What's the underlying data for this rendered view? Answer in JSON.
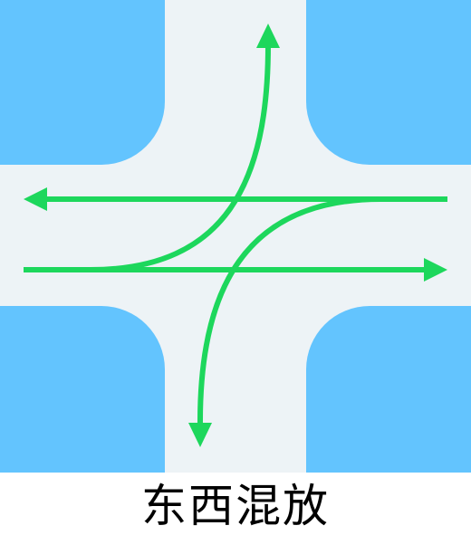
{
  "caption": "东西混放",
  "colors": {
    "block": "#63C4FE",
    "road": "#EDF3F6",
    "arrow": "#1DD75C",
    "background": "#FFFFFF"
  },
  "movements": [
    {
      "name": "westbound-through",
      "direction": "east-to-west"
    },
    {
      "name": "eastbound-through",
      "direction": "west-to-east"
    },
    {
      "name": "eastbound-left-turn",
      "direction": "west-to-north"
    },
    {
      "name": "westbound-left-turn",
      "direction": "east-to-south"
    }
  ]
}
